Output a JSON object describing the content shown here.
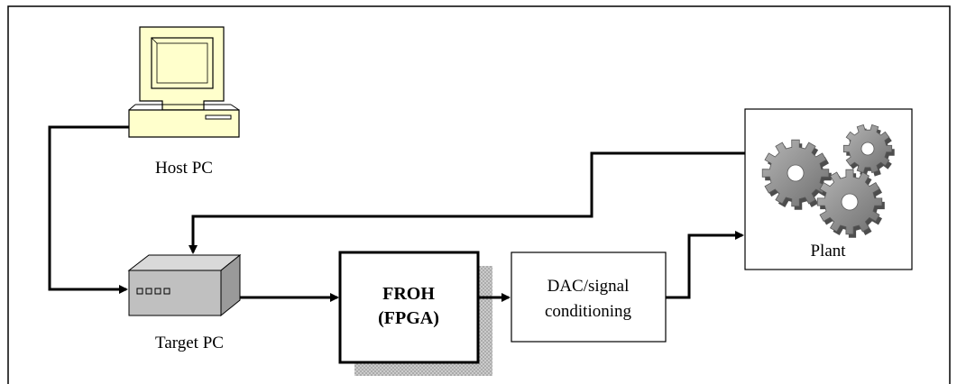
{
  "diagram": {
    "nodes": {
      "host_pc": {
        "label": "Host PC",
        "icon": "desktop-computer-icon"
      },
      "target_pc": {
        "label": "Target PC",
        "icon": "target-pc-box-icon"
      },
      "froh": {
        "line1": "FROH",
        "line2": "(FPGA)"
      },
      "dac": {
        "line1": "DAC/signal",
        "line2": "conditioning"
      },
      "plant": {
        "label": "Plant",
        "icon": "gears-icon"
      }
    },
    "connections": [
      {
        "from": "host_pc",
        "to": "target_pc"
      },
      {
        "from": "target_pc",
        "to": "froh"
      },
      {
        "from": "froh",
        "to": "dac"
      },
      {
        "from": "dac",
        "to": "plant"
      },
      {
        "from": "plant",
        "to": "target_pc"
      }
    ],
    "colors": {
      "monitor_cream": "#ffffcc",
      "target_pc_gray": "#c0c0c0",
      "gear_gray": "#8f8f8f",
      "shadow_pattern": "#b0b0b0"
    }
  }
}
